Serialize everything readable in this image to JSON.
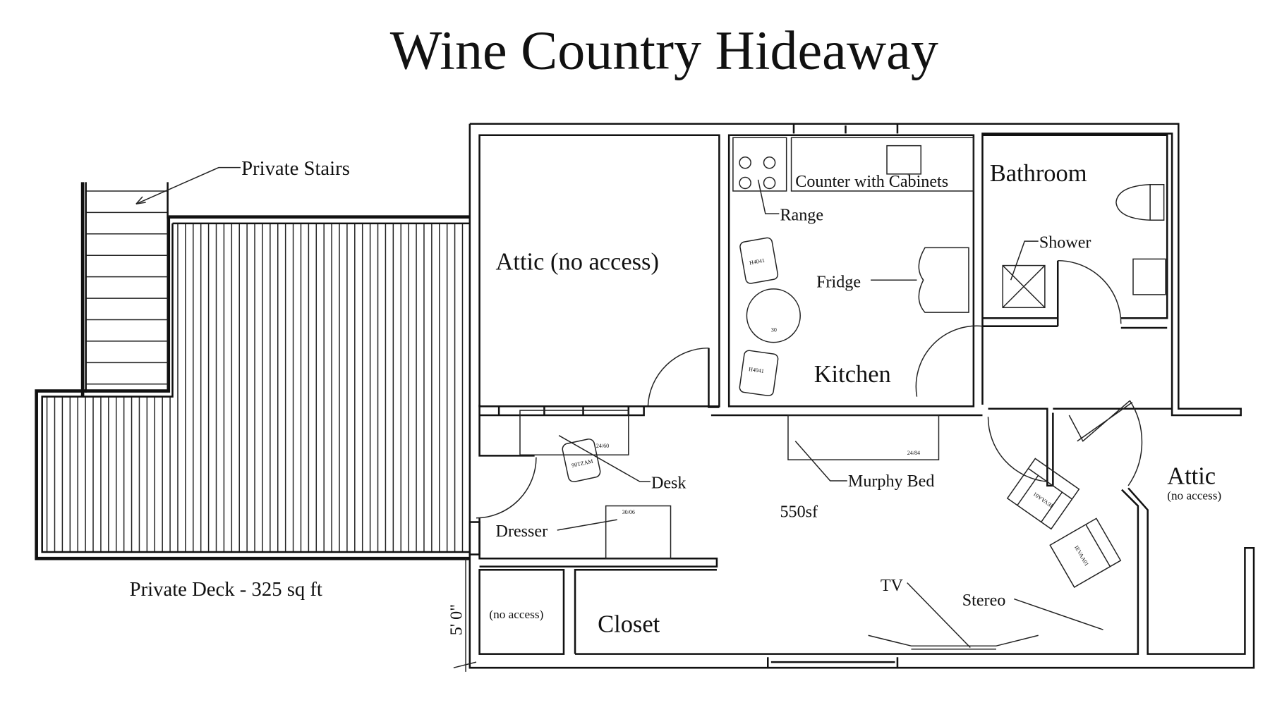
{
  "title": "Wine Country Hideaway",
  "labels": {
    "private_stairs": "Private Stairs",
    "private_deck": "Private Deck - 325 sq ft",
    "attic_left": "Attic (no access)",
    "counter": "Counter with Cabinets",
    "range": "Range",
    "fridge": "Fridge",
    "kitchen": "Kitchen",
    "bathroom": "Bathroom",
    "shower": "Shower",
    "desk": "Desk",
    "murphy_bed": "Murphy Bed",
    "area": "550sf",
    "dresser": "Dresser",
    "attic_right": "Attic",
    "attic_right_note": "(no access)",
    "no_access": "(no access)",
    "closet": "Closet",
    "tv": "TV",
    "stereo": "Stereo",
    "dimension": "5' 0\""
  },
  "furniture_codes": {
    "chair_top": "H4041",
    "chair_bottom": "H4041",
    "table": "30",
    "desk_chair": "90TZAM",
    "desk_size": "24/60",
    "murphy_size": "24/84",
    "dresser_code": "30/06",
    "armchair_1": "IEVAA01",
    "armchair_2": "IEVAA01"
  }
}
